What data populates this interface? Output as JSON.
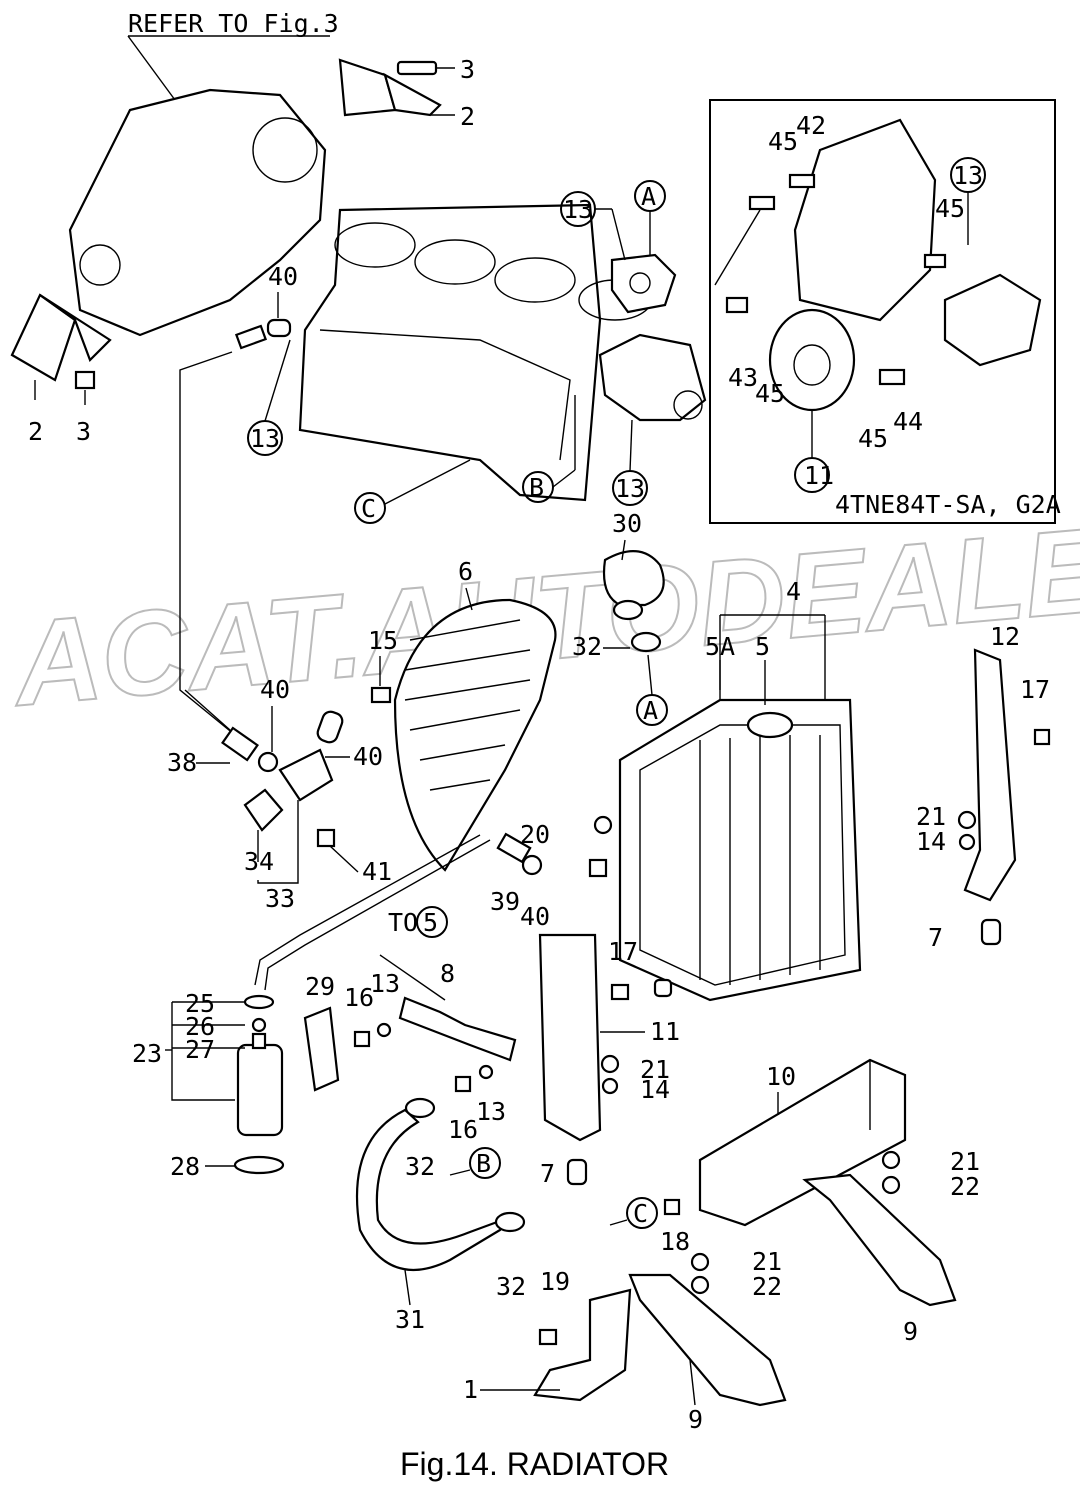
{
  "figure_title": "Fig.14.  RADIATOR",
  "refer_note": "REFER TO Fig.3",
  "variant_note": "4TNE84T-SA, G2A",
  "watermark": "ACAT.AUTODEALER.RU",
  "to_note": "TO",
  "labels": {
    "n1": "1",
    "n2": "2",
    "n3": "3",
    "n4": "4",
    "n5": "5",
    "n5a": "5A",
    "n6": "6",
    "n7": "7",
    "n8": "8",
    "n9": "9",
    "n10": "10",
    "n11": "11",
    "n12": "12",
    "n13": "13",
    "n14": "14",
    "n15": "15",
    "n16": "16",
    "n17": "17",
    "n18": "18",
    "n19": "19",
    "n20": "20",
    "n21": "21",
    "n22": "22",
    "n23": "23",
    "n25": "25",
    "n26": "26",
    "n27": "27",
    "n28": "28",
    "n29": "29",
    "n30": "30",
    "n31": "31",
    "n32": "32",
    "n33": "33",
    "n34": "34",
    "n38": "38",
    "n39": "39",
    "n40": "40",
    "n41": "41",
    "n42": "42",
    "n43": "43",
    "n44": "44",
    "n45": "45"
  },
  "refs": {
    "a": "A",
    "b": "B",
    "c": "C",
    "five": "5"
  },
  "colors": {
    "ink": "#000000",
    "watermark": "#bbbbbb",
    "background": "#ffffff"
  }
}
